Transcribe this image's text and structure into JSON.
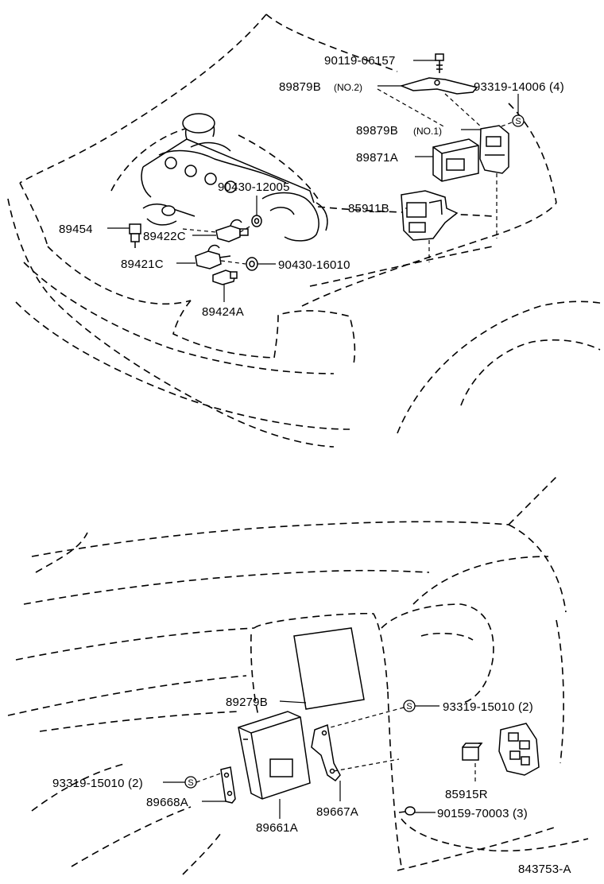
{
  "diagram_id": "843753-A",
  "engine_section": {
    "labels": {
      "p90119": "90119-06157",
      "p89879b_no2": "89879B",
      "p89879b_no2_note": "(NO.2)",
      "p93319_14006": "93319-14006 (4)",
      "p89879b_no1": "89879B",
      "p89879b_no1_note": "(NO.1)",
      "p89871a": "89871A",
      "p90430_12005": "90430-12005",
      "p85911b": "85911B",
      "p89454": "89454",
      "p89422c": "89422C",
      "p89421c": "89421C",
      "p90430_16010": "90430-16010",
      "p89424a": "89424A"
    },
    "symbol": "S"
  },
  "dash_section": {
    "labels": {
      "p89279b": "89279B",
      "p93319_15010_right": "93319-15010 (2)",
      "p93319_15010_left": "93319-15010 (2)",
      "p89668a": "89668A",
      "p85915r": "85915R",
      "p89661a": "89661A",
      "p89667a": "89667A",
      "p90159": "90159-70003 (3)"
    },
    "symbol": "S"
  }
}
